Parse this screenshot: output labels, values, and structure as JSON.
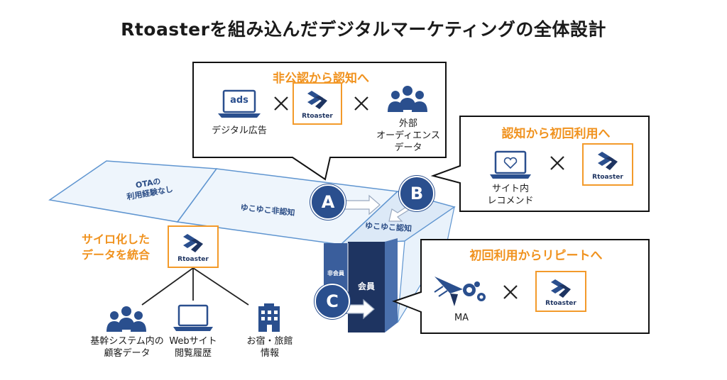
{
  "title": "Rtoasterを組み込んだデジタルマーケティングの全体設計",
  "logo_text": "Rtoaster",
  "cross": "×",
  "callout_a": {
    "heading": "非公認から認知へ",
    "ads_text": "ads",
    "ads_label": "デジタル広告",
    "audience_label_1": "外部",
    "audience_label_2": "オーディエンス",
    "audience_label_3": "データ"
  },
  "callout_b": {
    "heading": "認知から初回利用へ",
    "label_1": "サイト内",
    "label_2": "レコメンド"
  },
  "callout_c": {
    "heading": "初回利用からリピートへ",
    "label": "MA"
  },
  "silo": {
    "heading_1": "サイロ化した",
    "heading_2": "データを統合",
    "sources": [
      {
        "line1": "基幹システム内の",
        "line2": "顧客データ"
      },
      {
        "line1": "Webサイト",
        "line2": "閲覧履歴"
      },
      {
        "line1": "お宿・旅館",
        "line2": "情報"
      }
    ]
  },
  "funnel": {
    "seg1_line1": "OTAの",
    "seg1_line2": "利用経験なし",
    "seg2": "ゆこゆこ非認知",
    "seg3": "ゆこゆこ認知",
    "bar1": "非会員",
    "bar2": "会員"
  },
  "markers": [
    "A",
    "B",
    "C"
  ],
  "colors": {
    "accent": "#f0921e",
    "navy": "#2a4f8e",
    "dark_navy": "#1e3461",
    "light_blue": "#e8f1fb"
  }
}
